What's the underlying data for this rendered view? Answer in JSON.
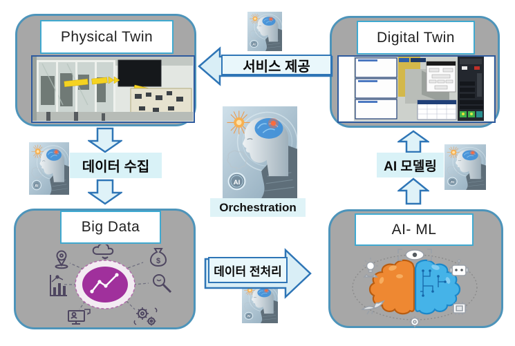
{
  "nodes": {
    "physical_twin": {
      "title": "Physical Twin"
    },
    "digital_twin": {
      "title": "Digital Twin"
    },
    "big_data": {
      "title": "Big Data"
    },
    "ai_ml": {
      "title": "AI- ML"
    }
  },
  "orchestration": {
    "label": "Orchestration",
    "ai_badge": "AI"
  },
  "flows": {
    "service": {
      "label": "서비스 제공",
      "direction": "left"
    },
    "collect": {
      "label": "데이터 수집",
      "direction": "down"
    },
    "preprocess": {
      "label": "데이터 전처리",
      "direction": "right"
    },
    "modeling": {
      "label": "AI 모델링",
      "direction": "up"
    }
  },
  "icons": {
    "dollar": "$",
    "big_data_set": [
      "location-pin",
      "cloud",
      "money-bag",
      "bar-chart",
      "magnifier",
      "monitor-person",
      "gears"
    ],
    "ai_ml_set": [
      "vision-eye",
      "robot-head",
      "idea-hand",
      "dove",
      "chip",
      "gear"
    ]
  },
  "colors": {
    "node_fill": "#a7a7a7",
    "node_border": "#4d94ba",
    "title_border": "#3fa9d0",
    "photo_border": "#2e5a9e",
    "arrow_fill": "#d9eef6",
    "arrow_border": "#2e75b6",
    "label_bg": "#d9f2f7",
    "big_data_accent": "#a0309c",
    "brain_left": "#ee8832",
    "brain_right": "#45b3e8"
  }
}
